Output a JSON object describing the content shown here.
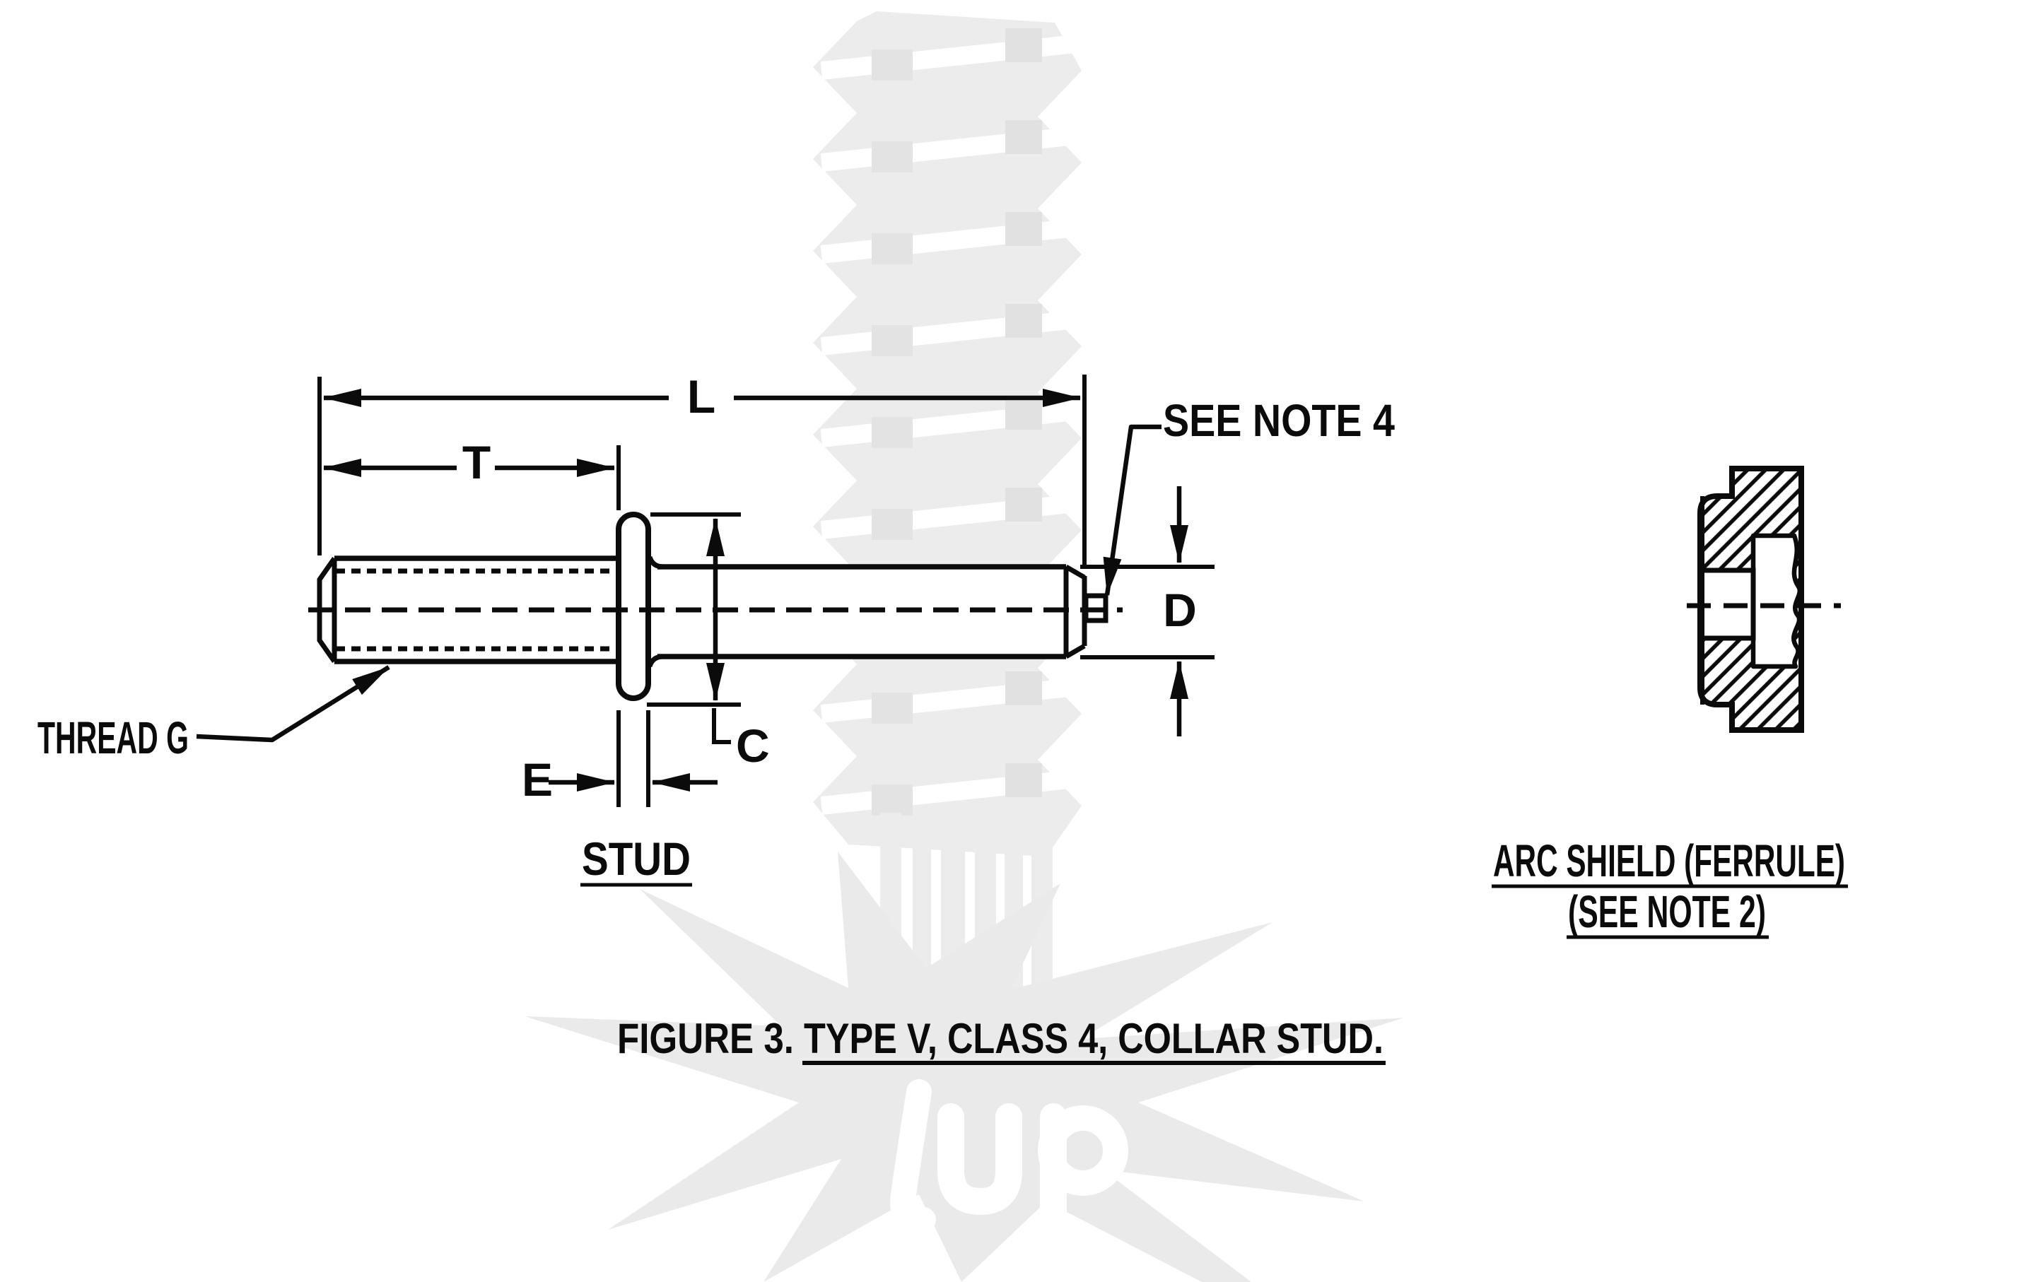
{
  "page": {
    "background": "#ffffff",
    "ink": "#0b0b0b",
    "watermark_color": "#ececec"
  },
  "stud_view": {
    "title": "STUD",
    "thread_callout": "THREAD G",
    "tip_note": "SEE NOTE 4",
    "dimensions": {
      "overall_length": "L",
      "thread_length": "T",
      "collar_diameter": "C",
      "body_diameter": "D",
      "collar_thickness": "E"
    }
  },
  "ferrule_view": {
    "title": "ARC SHIELD (FERRULE)",
    "note": "(SEE NOTE 2)"
  },
  "caption": {
    "prefix": "FIGURE 3.",
    "subject": "TYPE V, CLASS 4, COLLAR STUD."
  }
}
